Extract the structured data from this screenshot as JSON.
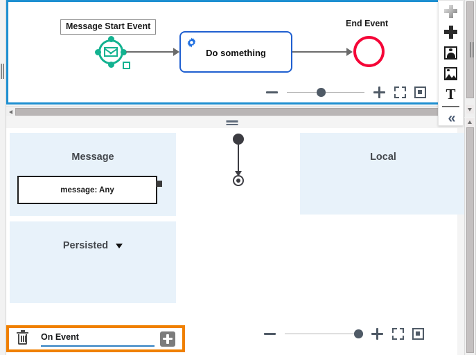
{
  "top_editor": {
    "name": "bpmn-process-editor",
    "elements": {
      "start_event": {
        "label": "Message Start Event",
        "icon": "envelope-icon",
        "selected": true,
        "color": "#13b290"
      },
      "task": {
        "label": "Do something",
        "icon": "gear-icon",
        "color": "#1f5fd0"
      },
      "end_event": {
        "label": "End Event",
        "color": "#f50537"
      }
    },
    "zoom_controls": {
      "zoom_out_label": "−",
      "zoom_in_label": "+",
      "fit_label": "fit-to-screen-icon",
      "center_label": "center-selection-icon",
      "slider_value": 38
    }
  },
  "bottom_editor": {
    "name": "message-definition-editor",
    "pools": [
      {
        "title": "Message",
        "kind": "message-pool"
      },
      {
        "title": "Persisted",
        "kind": "persisted-pool",
        "has_dropdown": true
      },
      {
        "title": "Local",
        "kind": "local-pool"
      }
    ],
    "message_box": {
      "text": "message: Any",
      "port": "output-port"
    },
    "activity_flow": {
      "start_node": "initial-node",
      "end_node": "final-node"
    },
    "zoom_controls": {
      "zoom_out_label": "−",
      "zoom_in_label": "+",
      "fit_label": "fit-to-screen-icon",
      "center_label": "center-selection-icon",
      "slider_value": 100
    },
    "tabbar": {
      "delete_icon": "trash-icon",
      "add_label": "+",
      "tabs": [
        {
          "label": "On Event",
          "active": true
        }
      ],
      "highlight_color": "#f08000"
    }
  },
  "palette": {
    "name": "diagram-palette",
    "buttons": [
      {
        "name": "connector-tool",
        "icon": "cross-grey-icon",
        "disabled": true
      },
      {
        "name": "add-node-tool",
        "icon": "cross-dark-icon",
        "disabled": false
      },
      {
        "name": "add-actor-tool",
        "icon": "actor-icon",
        "disabled": false
      },
      {
        "name": "add-image-tool",
        "icon": "image-icon",
        "disabled": false
      },
      {
        "name": "add-text-tool",
        "icon": "text-T-icon",
        "disabled": false
      },
      {
        "name": "collapse-palette",
        "icon": "chevron-double-left-icon",
        "disabled": false
      }
    ]
  },
  "scrollbars": {
    "top_horizontal": "horizontal-scrollbar",
    "top_vertical": "vertical-scrollbar",
    "bottom_vertical": "vertical-scrollbar",
    "splitter": "panel-splitter"
  }
}
